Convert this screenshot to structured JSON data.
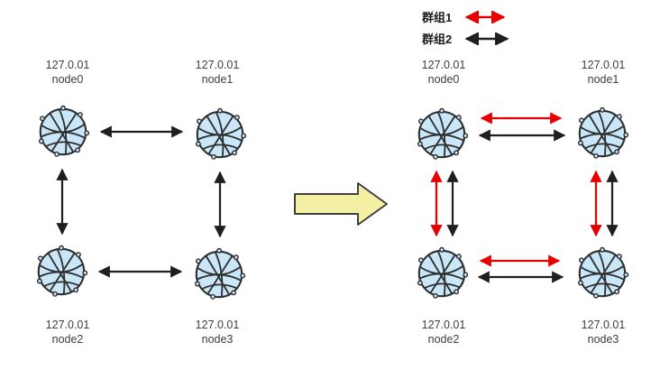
{
  "legend": {
    "items": [
      {
        "label": "群组1",
        "color": "#e80000",
        "arrow_icon": "red-double-arrow-icon"
      },
      {
        "label": "群组2",
        "color": "#1f1f1f",
        "arrow_icon": "black-double-arrow-icon"
      }
    ]
  },
  "before": {
    "nodes": [
      {
        "ip": "127.0.01",
        "name": "node0"
      },
      {
        "ip": "127.0.01",
        "name": "node1"
      },
      {
        "ip": "127.0.01",
        "name": "node2"
      },
      {
        "ip": "127.0.01",
        "name": "node3"
      }
    ],
    "links": [
      "node0-node1",
      "node0-node2",
      "node1-node3",
      "node2-node3"
    ]
  },
  "after": {
    "nodes": [
      {
        "ip": "127.0.01",
        "name": "node0"
      },
      {
        "ip": "127.0.01",
        "name": "node1"
      },
      {
        "ip": "127.0.01",
        "name": "node2"
      },
      {
        "ip": "127.0.01",
        "name": "node3"
      }
    ],
    "links_group1": [
      "node0-node1",
      "node0-node2",
      "node1-node3",
      "node2-node3"
    ],
    "links_group2": [
      "node0-node1",
      "node0-node2",
      "node1-node3",
      "node2-node3"
    ]
  },
  "colors": {
    "arrow_red": "#e80000",
    "arrow_black": "#1f1f1f",
    "node_fill": "#c9e7f9",
    "node_stroke": "#2e2e2e",
    "transform_arrow_fill": "#f3efa3",
    "transform_arrow_stroke": "#3f3f3f"
  }
}
